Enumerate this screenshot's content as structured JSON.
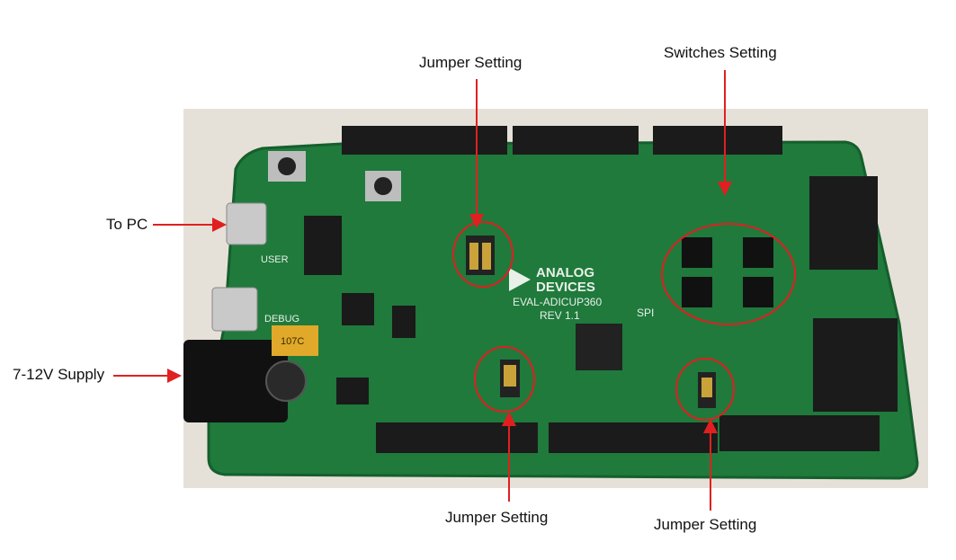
{
  "labels": {
    "jumper_top": "Jumper Setting",
    "switches": "Switches Setting",
    "to_pc": "To PC",
    "supply": "7-12V Supply",
    "jumper_bottom_left": "Jumper Setting",
    "jumper_bottom_right": "Jumper Setting"
  },
  "board": {
    "logo_line1": "ANALOG",
    "logo_line2": "DEVICES",
    "model": "EVAL-ADICUP360",
    "revision": "REV 1.1",
    "spi_label": "SPI",
    "user_label": "USER",
    "debug_label": "DEBUG",
    "cap_label": "107C"
  },
  "colors": {
    "pcb": "#1f7a3c",
    "pcb_dark": "#155f2d",
    "annotation_red": "#e02020",
    "header_black": "#1b1b1b",
    "background_desk": "#e6e1d8"
  }
}
